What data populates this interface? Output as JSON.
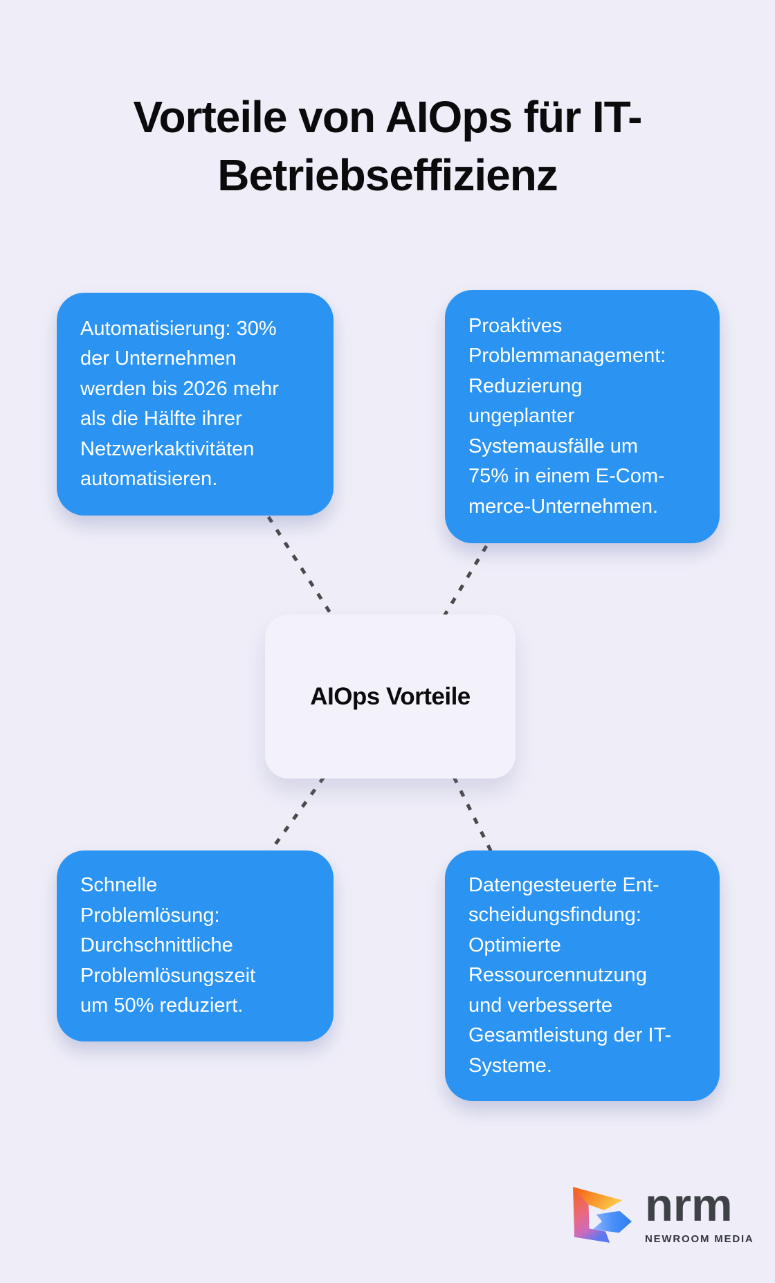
{
  "page": {
    "title": "Vorteile von AIOps für IT-\nBetriebseffizienz"
  },
  "diagram": {
    "center": {
      "label": "AIOps Vorteile"
    },
    "nodes": [
      {
        "id": "automatisierung",
        "text": "Automatisierung: 30%\nder Unternehmen\nwerden bis 2026 mehr\nals die Hälfte ihrer\nNetzwerkaktivitäten\nautomatisieren."
      },
      {
        "id": "proaktives-problemmanagement",
        "text": "Proaktives\nProblemmanagement:\nReduzierung\nungeplanter\nSystemausfälle um\n75% in einem E-Com-\nmerce-Unternehmen."
      },
      {
        "id": "schnelle-problemloesung",
        "text": "Schnelle\nProblemlösung:\nDurchschnittliche\nProblemlösungszeit\num 50% reduziert."
      },
      {
        "id": "datengesteuerte-entscheidungsfindung",
        "text": "Datengesteuerte Ent-\nscheidungsfindung:\nOptimierte\nRessourcennutzung\nund verbesserte\nGesamtleistung der IT-\nSysteme."
      }
    ]
  },
  "logo": {
    "name": "nrm",
    "subtitle": "NEWROOM MEDIA"
  },
  "colors": {
    "background": "#EFEEF8",
    "node_blue": "#2B94F3",
    "node_text": "#FFFFFF",
    "center_bg": "#F3F2FA",
    "title_text": "#0B0B0D",
    "connector_dash": "#4A4A4A",
    "logo_text": "#3E4145",
    "logo_gradient_orange": "#F8681C",
    "logo_gradient_yellow": "#FBC23C",
    "logo_gradient_pink": "#E85A93",
    "logo_gradient_purple": "#A863DE",
    "logo_gradient_blue": "#2E7CF6"
  }
}
